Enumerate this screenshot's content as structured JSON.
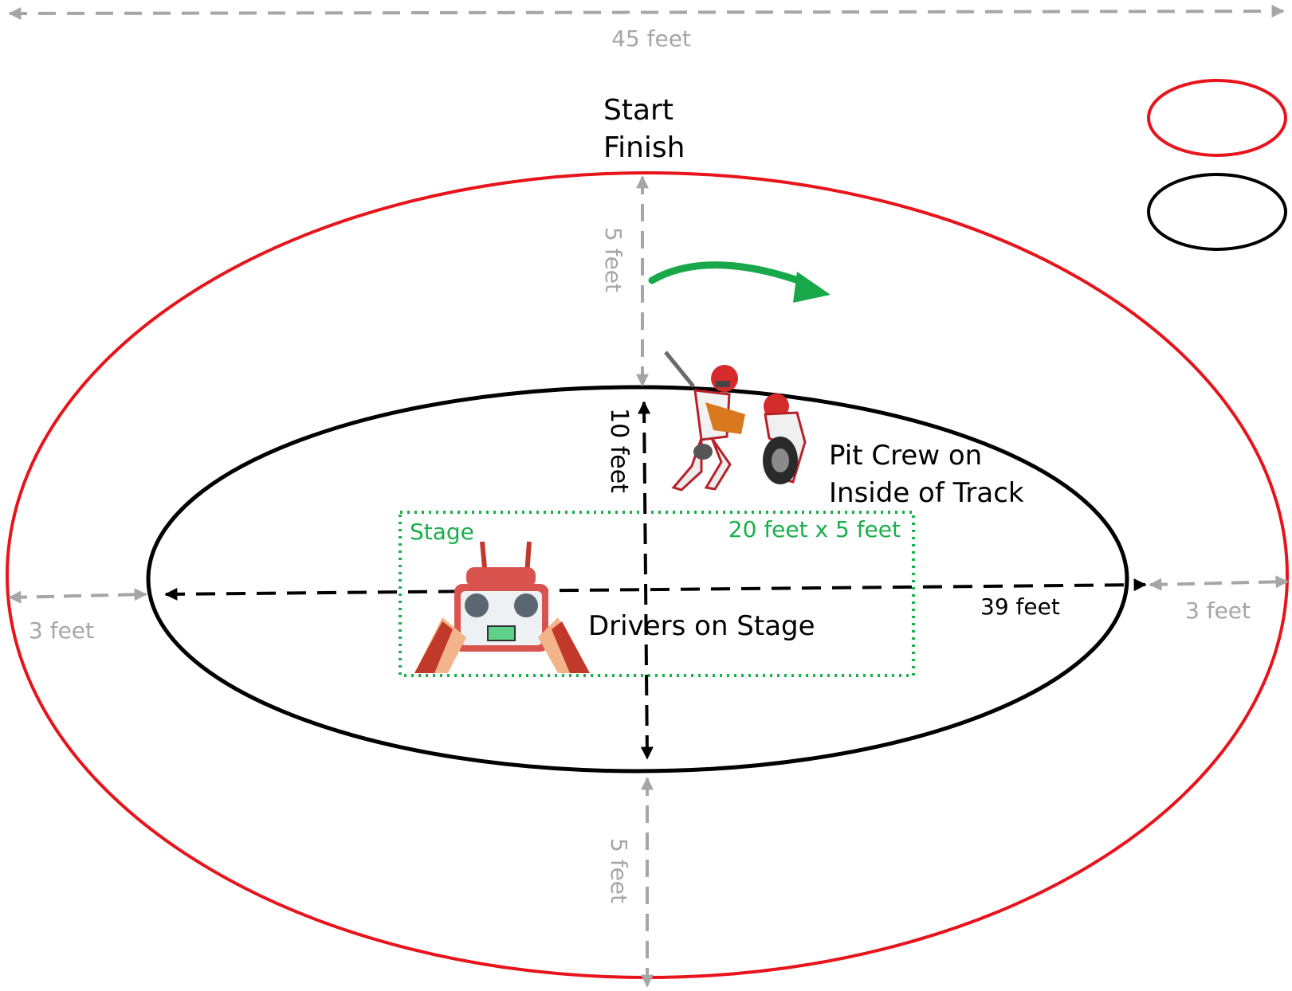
{
  "labels": {
    "total_width": "45 feet",
    "start": "Start",
    "finish": "Finish",
    "top_gap": "5 feet",
    "bottom_gap": "5 feet",
    "inner_height": "10 feet",
    "inner_width": "39 feet",
    "left_gap": "3 feet",
    "right_gap": "3 feet",
    "stage_title": "Stage",
    "stage_size": "20 feet x 5 feet",
    "pit_crew_line1": "Pit Crew on",
    "pit_crew_line2": "Inside of Track",
    "drivers": "Drivers on Stage"
  },
  "colors": {
    "outer_track": "#e8141b",
    "inner_track": "#000000",
    "stage": "#19b04b",
    "direction_arrow": "#18a84a",
    "gray_dimension": "#a6a6a6",
    "black_dimension": "#000000"
  },
  "icons": {
    "legend_outer": "red-ellipse-icon",
    "legend_inner": "black-ellipse-icon",
    "pit_crew": "pit-crew-icon",
    "controller": "rc-controller-icon"
  }
}
